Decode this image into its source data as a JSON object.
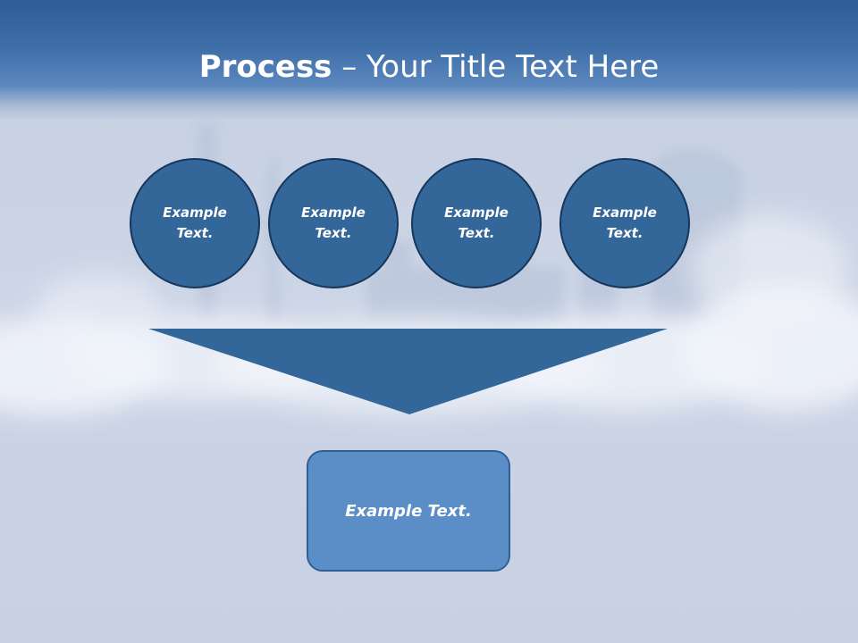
{
  "slide": {
    "title_bold": "Process",
    "title_rest": " – Your Title Text Here"
  },
  "steps": [
    {
      "label": "Example\nText."
    },
    {
      "label": "Example\nText."
    },
    {
      "label": "Example\nText."
    },
    {
      "label": "Example\nText."
    }
  ],
  "result": {
    "label": "Example Text."
  },
  "colors": {
    "circle_fill": "#336699",
    "circle_border": "#173659",
    "funnel_fill": "#336699",
    "result_fill": "#5b8ec6",
    "header_top": "#2f5d96"
  }
}
